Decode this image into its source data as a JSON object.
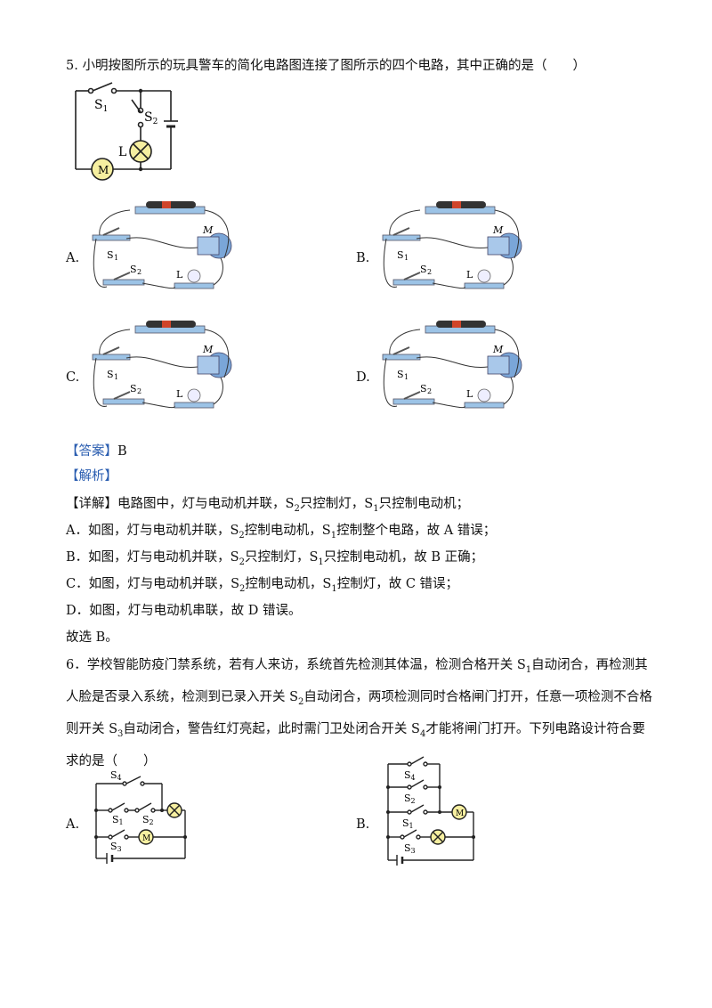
{
  "q5": {
    "stem": "5. 小明按图所示的玩具警车的简化电路图连接了图所示的四个电路，其中正确的是（　　）",
    "diagram": {
      "s1": "S",
      "s2": "S",
      "sub1": "1",
      "sub2": "2",
      "lamp": "L",
      "motor": "M"
    },
    "options": [
      {
        "letter": "A.",
        "m": "M",
        "s1": "S",
        "s2": "S",
        "l": "L"
      },
      {
        "letter": "B.",
        "m": "M",
        "s1": "S",
        "s2": "S",
        "l": "L"
      },
      {
        "letter": "C.",
        "m": "M",
        "s1": "S",
        "s2": "S",
        "l": "L"
      },
      {
        "letter": "D.",
        "m": "M",
        "s1": "S",
        "s2": "S",
        "l": "L"
      }
    ],
    "sub1": "1",
    "sub2": "2",
    "answer_tag": "【答案】",
    "answer": "B",
    "analysis_tag": "【解析】",
    "detail_tag": "【详解】",
    "detail_a": "电路图中，灯与电动机并联，S",
    "detail_b": "只控制灯，S",
    "detail_c": "只控制电动机；",
    "lines": [
      {
        "p1": "A．如图，灯与电动机并联，S",
        "n1": "2",
        "p2": "控制电动机，S",
        "n2": "1",
        "p3": "控制整个电路，故 A 错误；"
      },
      {
        "p1": "B．如图，灯与电动机并联，S",
        "n1": "2",
        "p2": "只控制灯，S",
        "n2": "1",
        "p3": "只控制电动机，故 B 正确；"
      },
      {
        "p1": "C．如图，灯与电动机并联，S",
        "n1": "2",
        "p2": "控制电动机，S",
        "n2": "1",
        "p3": "控制灯，故 C 错误；"
      }
    ],
    "line_d": "D．如图，灯与电动机串联，故 D 错误。",
    "conclusion": "故选 B。"
  },
  "q6": {
    "t1": "6．学校智能防疫门禁系统，若有人来访，系统首先检测其体温，检测合格开关 S",
    "t2": "自动闭合，再检测其人脸是否录入系统，检测到已录入开关 S",
    "t3": "自动闭合，两项检测同时合格闸门打开，任意一项检测不合格则开关 S",
    "t4": "自动闭合，警告红灯亮起，此时需门卫处闭合开关 S",
    "t5": "才能将闸门打开。下列电路设计符合要求的是（　　）",
    "n1": "1",
    "n2": "2",
    "n3": "3",
    "n4": "4",
    "optA": {
      "letter": "A.",
      "s4": "S",
      "s1": "S",
      "s2": "S",
      "s3": "S",
      "m": "M"
    },
    "optB": {
      "letter": "B.",
      "s4": "S",
      "s2": "S",
      "s1": "S",
      "s3": "S",
      "m": "M"
    }
  }
}
